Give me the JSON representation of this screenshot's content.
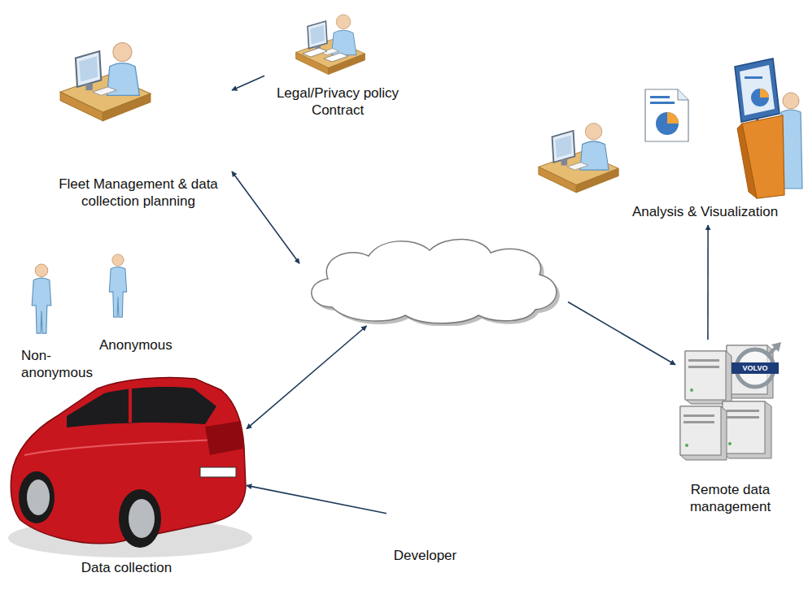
{
  "diagram": {
    "nodes": [
      {
        "text": [
          "Legal/Privacy policy Contract"
        ]
      },
      {
        "text": [
          "Fleet Management & data collection planning"
        ]
      },
      {
        "text": [
          "Analysis & Visualization"
        ]
      },
      {
        "text": []
      },
      {
        "text": [
          "Remote data management"
        ]
      },
      {
        "text": [
          "Data collection"
        ]
      },
      {
        "text": [
          "Developer"
        ]
      }
    ],
    "edges": [
      {
        "from": 0,
        "to": 1,
        "arrow": "to"
      },
      {
        "from": 1,
        "to": 3,
        "arrow": "both"
      },
      {
        "from": 5,
        "to": 3,
        "arrow": "both"
      },
      {
        "from": 3,
        "to": 4,
        "arrow": "to"
      },
      {
        "from": 4,
        "to": 2,
        "arrow": "to"
      },
      {
        "from": 6,
        "to": 5,
        "arrow": "to"
      }
    ],
    "labels": [
      "Non- anonymous",
      "Anonymous",
      "VOLVO"
    ]
  }
}
